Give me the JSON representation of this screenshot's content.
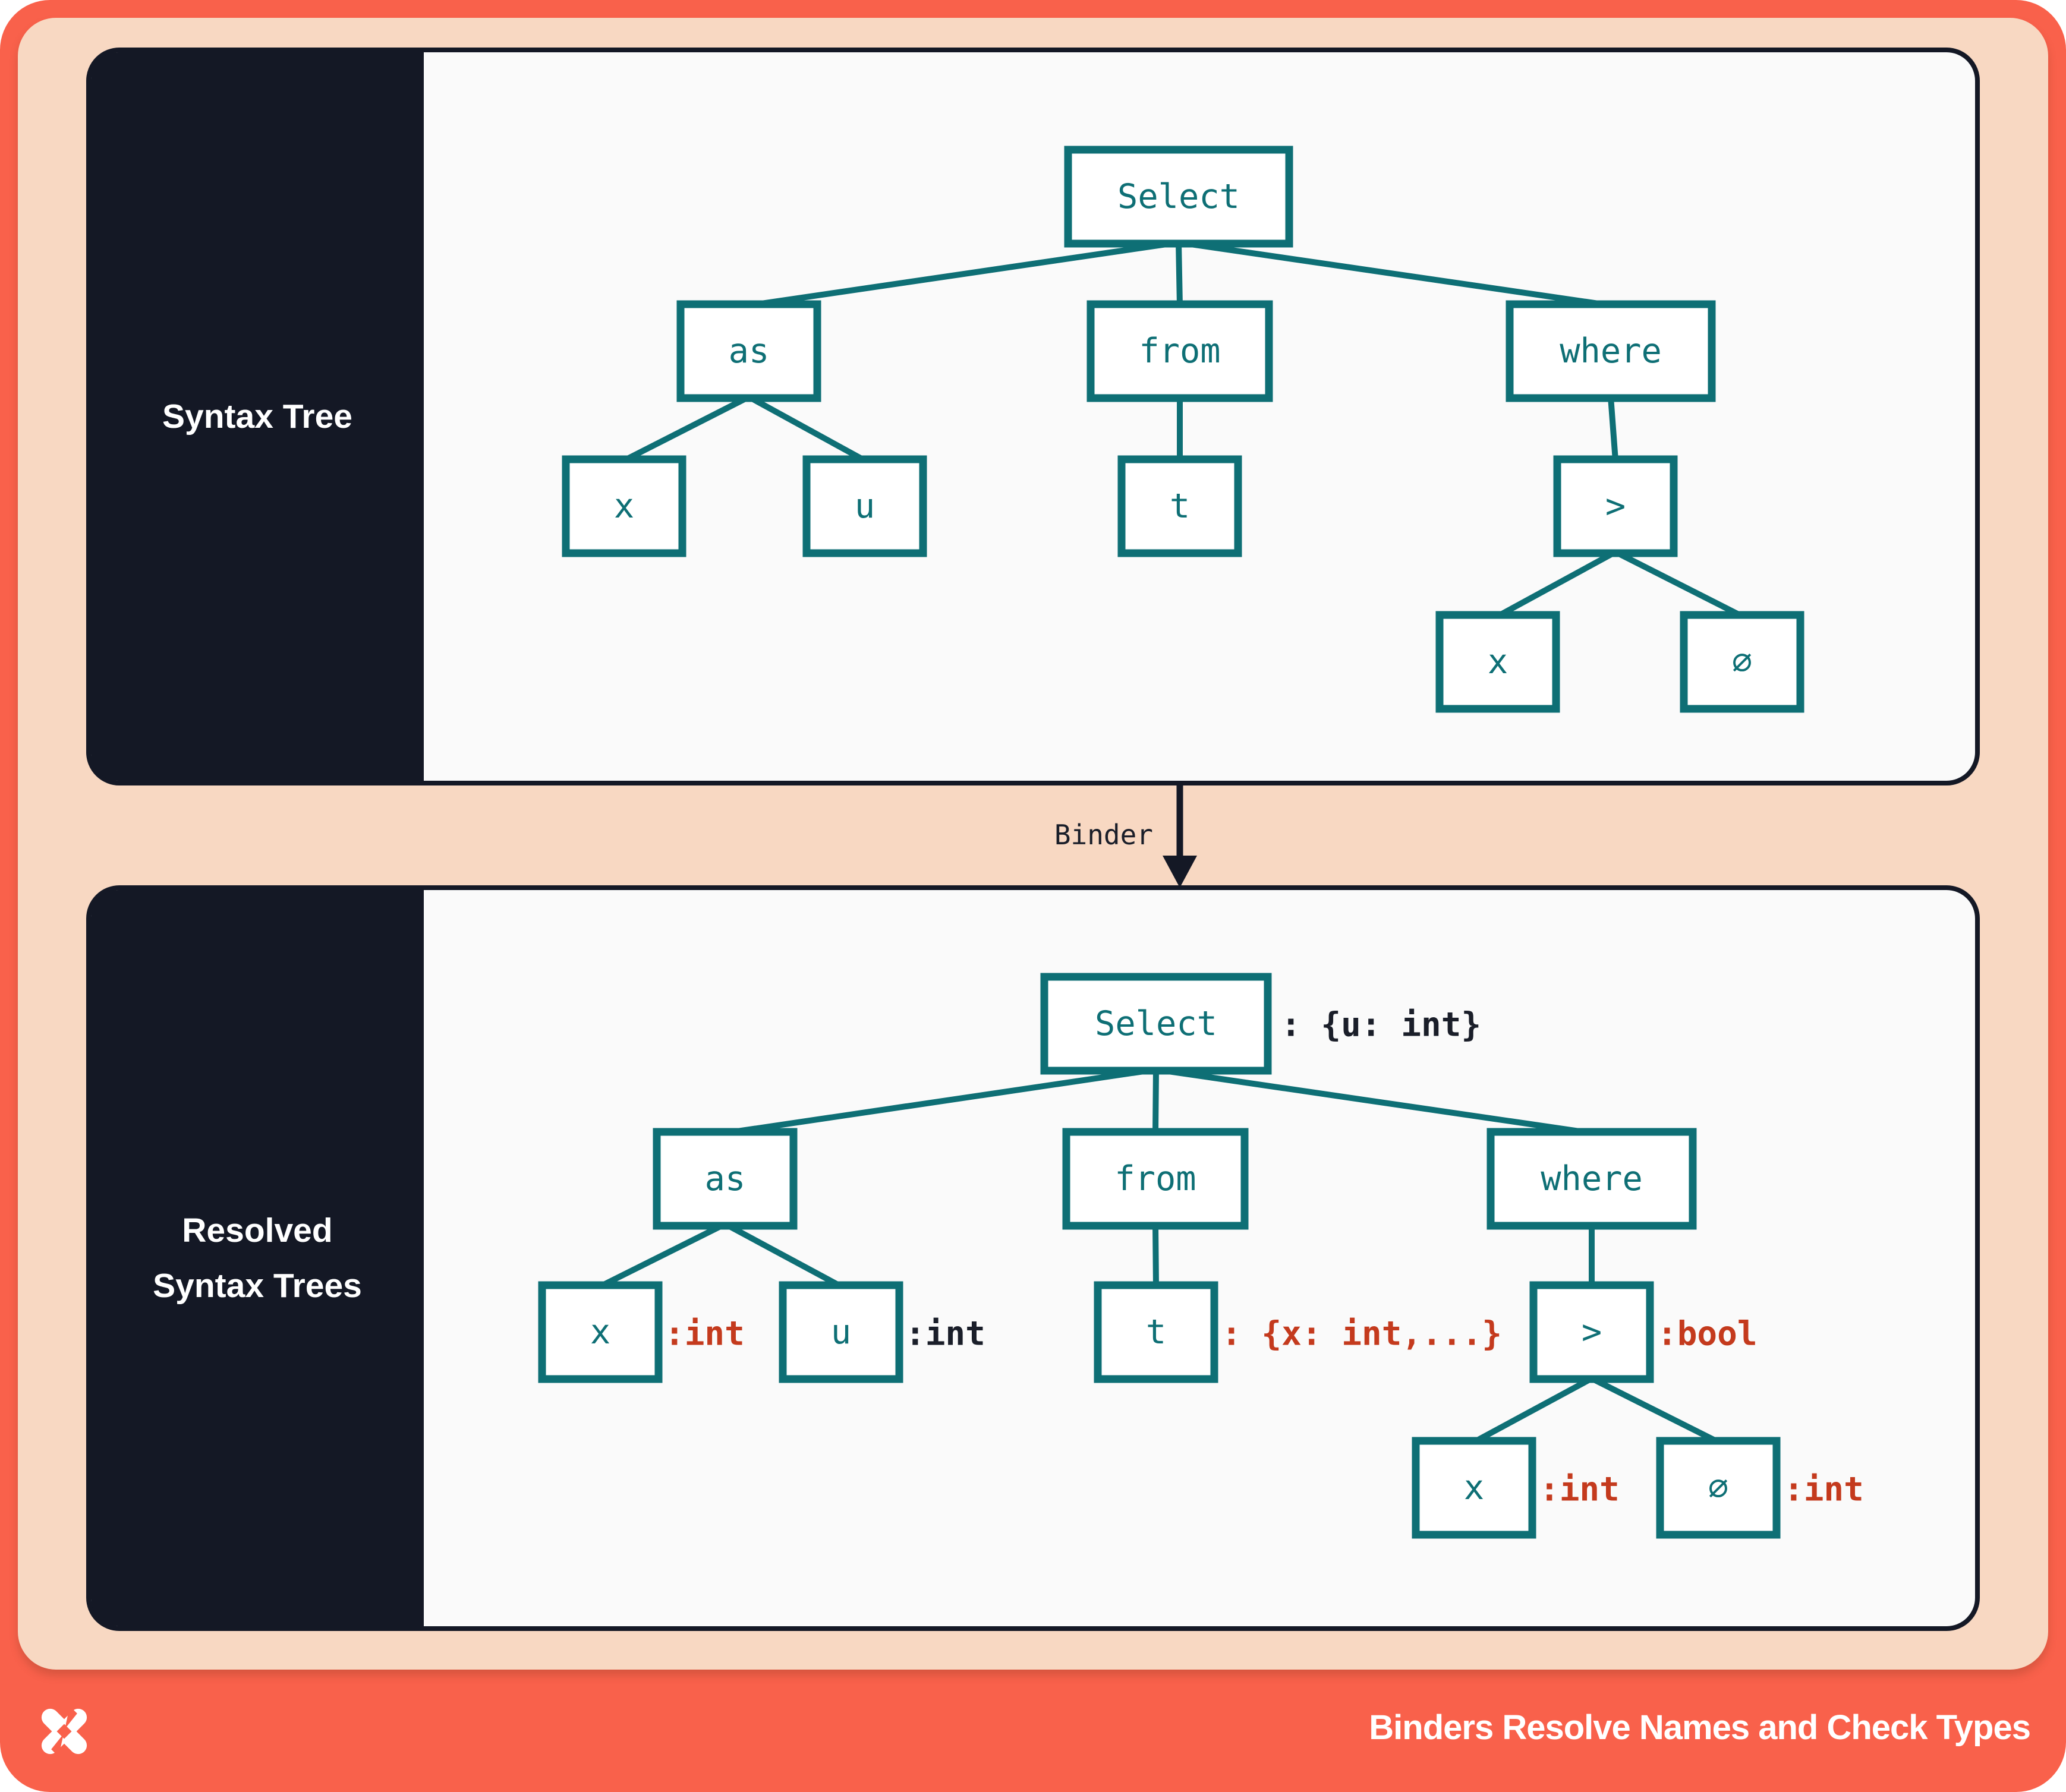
{
  "colors": {
    "coral": "#F9614B",
    "peach": "#F8D8C2",
    "dark": "#141825",
    "panel": "#FAFAFA",
    "teal": "#0E6F75",
    "red": "#C43A1D",
    "ink": "#1A1E29",
    "white": "#FFFFFF"
  },
  "syntax_panel": {
    "label": "Syntax Tree"
  },
  "resolved_panel": {
    "label_line1": "Resolved",
    "label_line2": "Syntax Trees"
  },
  "binder": {
    "label": "Binder"
  },
  "footer": {
    "title": "Binders Resolve Names and Check Types",
    "logo": "pinwheel-x-logo"
  },
  "syntax_tree": {
    "nodes": {
      "select": "Select",
      "as": "as",
      "from": "from",
      "where": "where",
      "x": "x",
      "u": "u",
      "t": "t",
      "gt": ">",
      "x2": "x",
      "zero": "∅"
    }
  },
  "resolved_tree": {
    "nodes": {
      "select": "Select",
      "as": "as",
      "from": "from",
      "where": "where",
      "x": "x",
      "u": "u",
      "t": "t",
      "gt": ">",
      "x2": "x",
      "zero": "∅"
    },
    "annotations": {
      "select": {
        "text": ": {u: int}",
        "color": "dark"
      },
      "x": {
        "text": ":int",
        "color": "red"
      },
      "u": {
        "text": ":int",
        "color": "dark"
      },
      "t": {
        "text": ": {x: int,...}",
        "color": "red"
      },
      "gt": {
        "text": ":bool",
        "color": "red"
      },
      "x2": {
        "text": ":int",
        "color": "red"
      },
      "zero": {
        "text": ":int",
        "color": "red"
      }
    }
  }
}
